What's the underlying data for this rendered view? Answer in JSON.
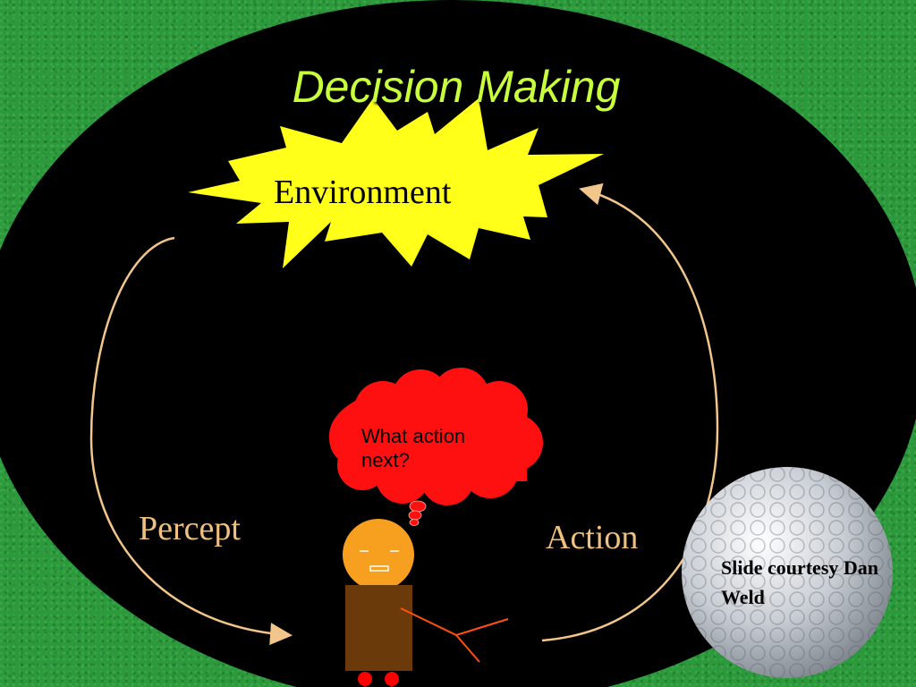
{
  "slide": {
    "title": "Decision Making",
    "environment_label": "Environment",
    "thought_text": "What action next?",
    "percept_label": "Percept",
    "action_label": "Action",
    "credit_text": "Slide courtesy Dan Weld"
  },
  "colors": {
    "background_green": "#2a9a3a",
    "title_color": "#c8ff3c",
    "starburst_fill": "#ffff1a",
    "arrow_color": "#f2c58a",
    "thought_bubble_fill": "#ff1010",
    "agent_head_fill": "#f7a020",
    "agent_body_fill": "#6b3a0a",
    "agent_arm_color": "#ff5010",
    "agent_feet_fill": "#ff0000",
    "golf_ball_fill": "#d8dce0"
  },
  "icons": {
    "environment_shape": "starburst",
    "thought_shape": "cloud-bubble",
    "agent_figure": "stick-agent",
    "decoration": "golf-ball"
  }
}
